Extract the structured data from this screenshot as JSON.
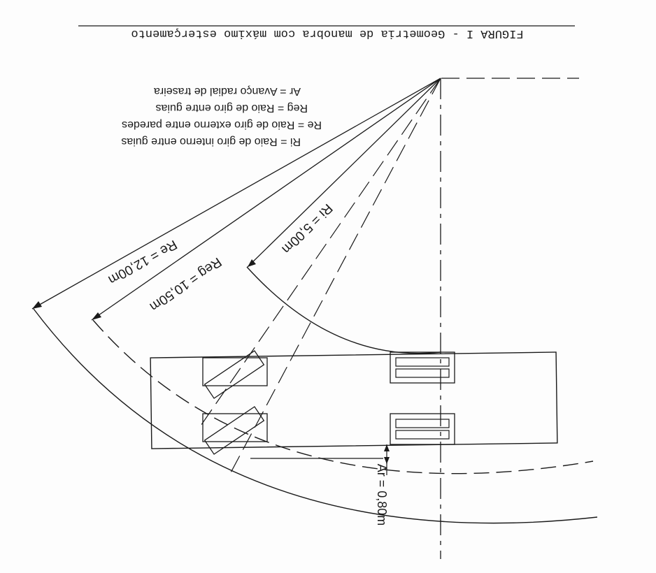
{
  "figure": {
    "title": "FIGURA I - Geometria de manobra com máximo esterçamento",
    "legend": [
      "Ri = Raio de giro interno entre guias",
      "Re = Raio de giro externo entre paredes",
      "Reg = Raio de giro entre guias",
      "Ar = Avanço radial de traseira"
    ],
    "dimensions": {
      "ri": "Ri = 5,00m",
      "reg": "Reg = 10,50m",
      "re": "Re = 12,00m",
      "ar": "Ar = 0,80m"
    },
    "colors": {
      "ink": "#1a1a1a",
      "paper": "#fdfdfd"
    }
  }
}
